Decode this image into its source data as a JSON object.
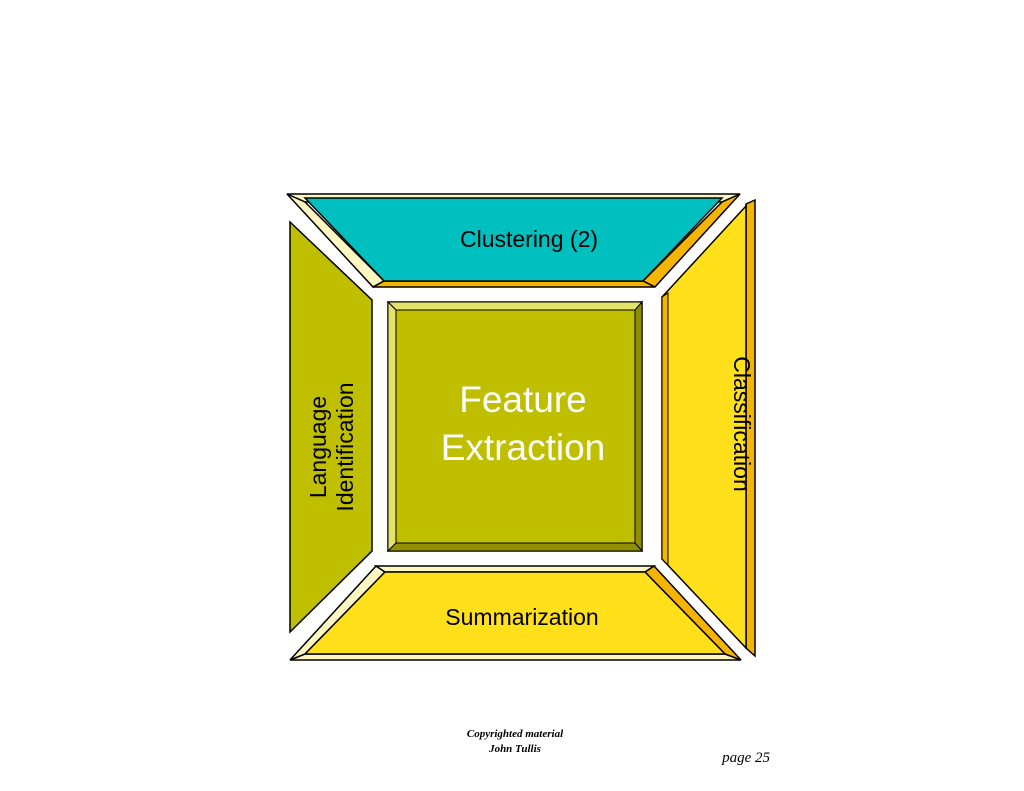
{
  "diagram": {
    "center": {
      "line1": "Feature",
      "line2": "Extraction"
    },
    "top": {
      "label": "Clustering (2)"
    },
    "left": {
      "line1": "Language",
      "line2": "Identification"
    },
    "right": {
      "label": "Classification"
    },
    "bottom": {
      "label": "Summarization"
    }
  },
  "colors": {
    "teal": "#00bfbf",
    "olive": "#bfbf00",
    "yellow": "#ffe01a",
    "orange_edge": "#f5b400",
    "pale_edge": "#fdf6c0"
  },
  "footer": {
    "copyright": "Copyrighted material",
    "author": "John Tullis",
    "page": "page 25"
  }
}
